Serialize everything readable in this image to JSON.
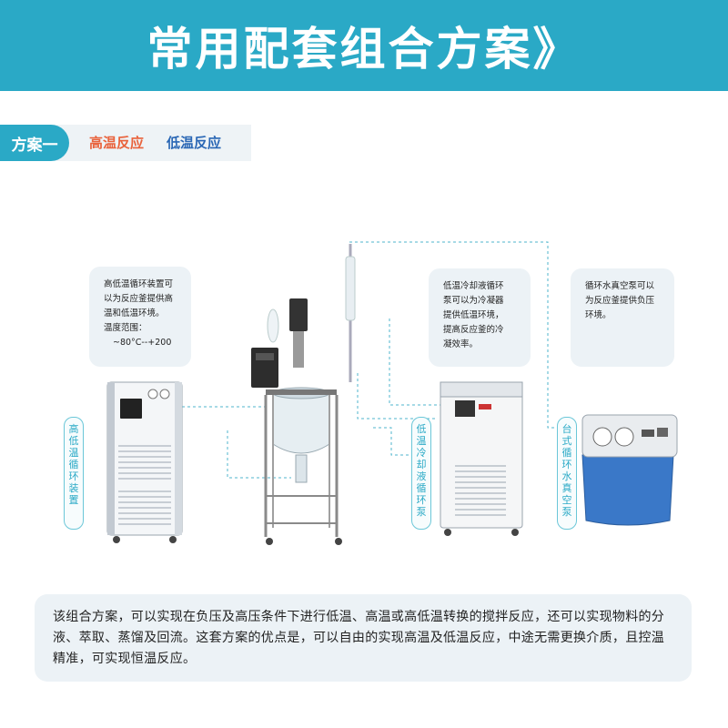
{
  "banner": {
    "title": "常用配套组合方案》"
  },
  "plan": {
    "label": "方案一",
    "hot": "高温反应",
    "cold": "低温反应"
  },
  "notes": {
    "n1": {
      "line1": "高低温循环装置可",
      "line2": "以为反应釜提供高",
      "line3": "温和低温环境。",
      "line4": "温度范围：",
      "line5": "~80°C--+200"
    },
    "n2": {
      "line1": "低温冷却液循环",
      "line2": "泵可以为冷凝器",
      "line3": "提供低温环境，",
      "line4": "提高反应釜的冷",
      "line5": "凝效率。"
    },
    "n3": {
      "line1": "循环水真空泵可以",
      "line2": "为反应釜提供负压",
      "line3": "环境。"
    }
  },
  "labels": {
    "l1": [
      "高",
      "低",
      "温",
      "循",
      "环",
      "装",
      "置"
    ],
    "l2": [
      "低",
      "温",
      "冷",
      "却",
      "液",
      "循",
      "环",
      "泵"
    ],
    "l3": [
      "台",
      "式",
      "循",
      "环",
      "水",
      "真",
      "空",
      "泵"
    ]
  },
  "summary": {
    "text": "该组合方案，可以实现在负压及高压条件下进行低温、高温或高低温转换的搅拌反应，还可以实现物料的分液、萃取、蒸馏及回流。这套方案的优点是，可以自由的实现高温及低温反应，中途无需更换介质，且控温精准，可实现恒温反应。"
  },
  "colors": {
    "accent": "#2aa9c6",
    "hot": "#e9623b",
    "cold": "#2a67b5",
    "panel": "#ecf2f6"
  }
}
